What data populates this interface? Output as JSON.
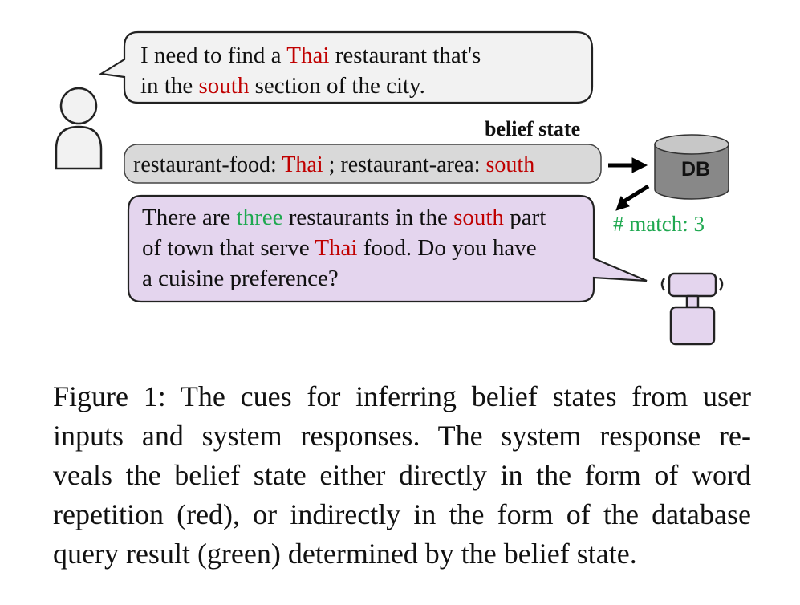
{
  "user_utterance": {
    "line1": {
      "a": "I need to find a ",
      "b": "Thai",
      "c": " restaurant that's"
    },
    "line2": {
      "a": "in the ",
      "b": "south",
      "c": " section of the city."
    }
  },
  "belief_state": {
    "title": "belief state",
    "slot1_name": "restaurant-food: ",
    "slot1_value": "Thai",
    "sep": " ; ",
    "slot2_name": "restaurant-area: ",
    "slot2_value": "south"
  },
  "db": {
    "label": "DB",
    "match_text": "# match: 3"
  },
  "system_response": {
    "line1": {
      "a": "There are ",
      "b": "three",
      "c": " restaurants in the ",
      "d": "south",
      "e": " part"
    },
    "line2": {
      "a": "of town that serve ",
      "b": "Thai",
      "c": " food. Do you have"
    },
    "line3": "a cuisine preference?"
  },
  "caption": {
    "line1": "Figure 1: The cues for inferring belief states from user",
    "line2": "inputs and system responses.  The system response re-",
    "line3": "veals the belief state either directly in the form of word",
    "line4": "repetition (red), or indirectly in the form of the database",
    "line5": "query result (green) determined by the belief state."
  },
  "colors": {
    "red": "#c00000",
    "green": "#1fa850",
    "belief_fill": "#d9d9d9",
    "system_fill": "#e4d5ee",
    "user_fill": "#f2f2f2"
  }
}
